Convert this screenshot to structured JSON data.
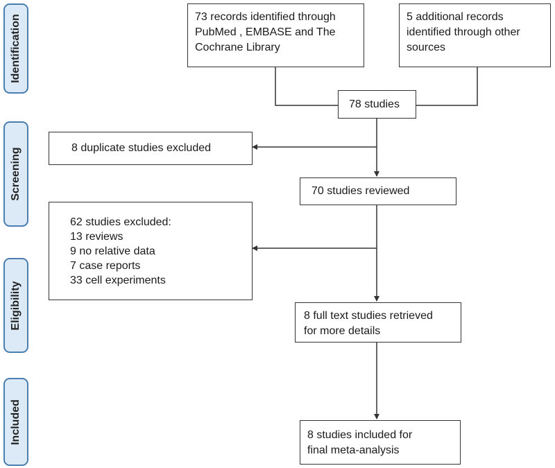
{
  "phases": {
    "identification": "Identification",
    "screening": "Screening",
    "eligibility": "Eligibility",
    "included": "Included"
  },
  "boxes": {
    "records_databases": [
      "73 records identified through",
      "PubMed , EMBASE and The",
      "Cochrane Library"
    ],
    "records_other": [
      "5 additional records",
      "identified through other",
      "sources"
    ],
    "total_studies": [
      "78 studies"
    ],
    "duplicates_excluded": [
      "8 duplicate studies excluded"
    ],
    "reviewed": [
      "70 studies reviewed"
    ],
    "excluded_reasons": [
      "62 studies excluded:",
      "13 reviews",
      "9 no relative data",
      "7 case reports",
      "33 cell experiments"
    ],
    "full_text": [
      "8 full text studies retrieved",
      "for more details"
    ],
    "included_final": [
      "8 studies included for",
      "final meta-analysis"
    ]
  }
}
